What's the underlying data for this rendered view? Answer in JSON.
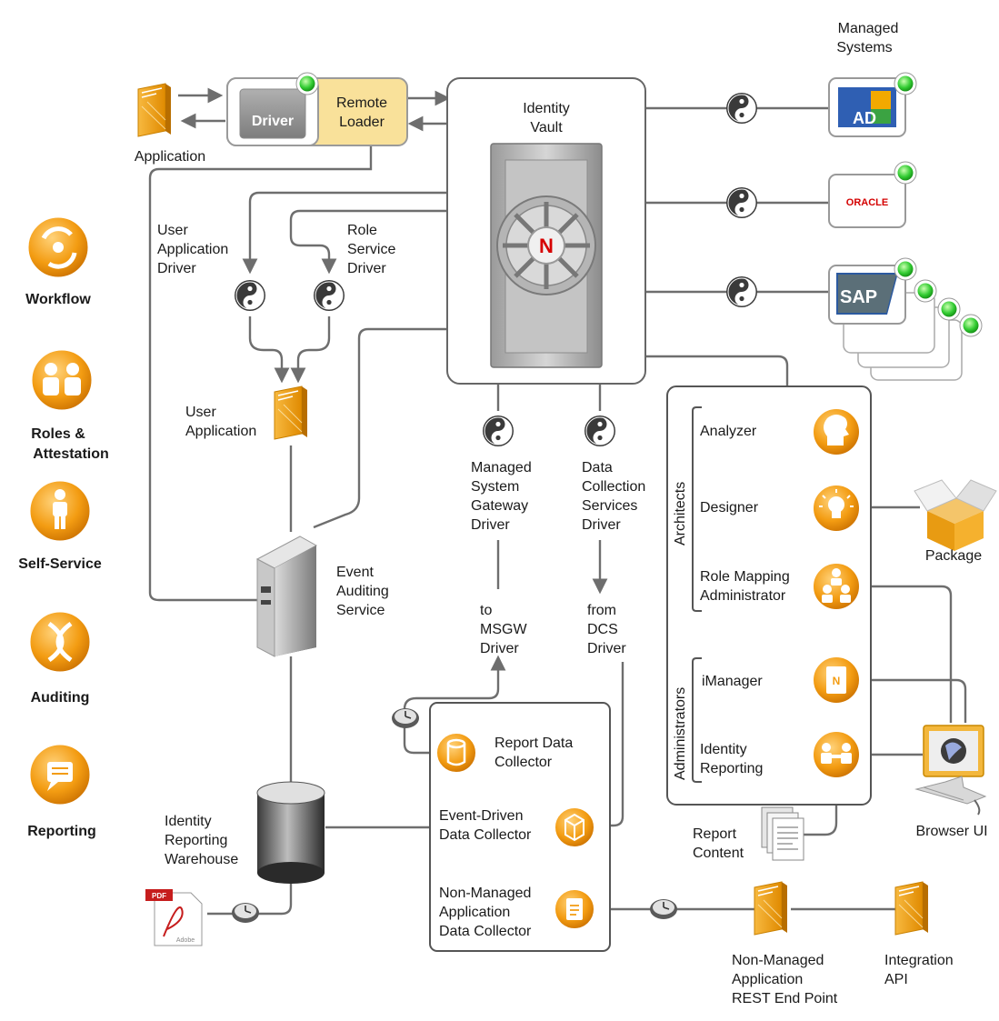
{
  "left_features": [
    {
      "label": "Workflow",
      "icon": "workflow-icon"
    },
    {
      "label": "Roles &",
      "label2": "Attestation",
      "icon": "roles-icon"
    },
    {
      "label": "Self-Service",
      "icon": "self-service-icon"
    },
    {
      "label": "Auditing",
      "icon": "auditing-icon"
    },
    {
      "label": "Reporting",
      "icon": "reporting-icon"
    }
  ],
  "application": {
    "label": "Application"
  },
  "driver": {
    "label": "Driver"
  },
  "remote_loader": {
    "line1": "Remote",
    "line2": "Loader"
  },
  "identity_vault": {
    "line1": "Identity",
    "line2": "Vault",
    "logo": "N"
  },
  "user_app_driver": {
    "line1": "User",
    "line2": "Application",
    "line3": "Driver"
  },
  "role_service_driver": {
    "line1": "Role",
    "line2": "Service",
    "line3": "Driver"
  },
  "user_application": {
    "line1": "User",
    "line2": "Application"
  },
  "msg_driver": {
    "line1": "Managed",
    "line2": "System",
    "line3": "Gateway",
    "line4": "Driver"
  },
  "dcs_driver": {
    "line1": "Data",
    "line2": "Collection",
    "line3": "Services",
    "line4": "Driver"
  },
  "to_msgw": {
    "line1": "to",
    "line2": "MSGW",
    "line3": "Driver"
  },
  "from_dcs": {
    "line1": "from",
    "line2": "DCS",
    "line3": "Driver"
  },
  "event_auditing": {
    "line1": "Event",
    "line2": "Auditing",
    "line3": "Service"
  },
  "warehouse": {
    "line1": "Identity",
    "line2": "Reporting",
    "line3": "Warehouse"
  },
  "pdf_icon": {
    "tag": "PDF",
    "text": "Adobe"
  },
  "managed_systems": {
    "line1": "Managed",
    "line2": "Systems",
    "ad": "AD",
    "oracle": "ORACLE",
    "sap": "SAP"
  },
  "tools": {
    "architects": "Architects",
    "administrators": "Administrators",
    "analyzer": "Analyzer",
    "designer": "Designer",
    "role_mapping": {
      "line1": "Role Mapping",
      "line2": "Administrator"
    },
    "imanager": "iManager",
    "identity_reporting": {
      "line1": "Identity",
      "line2": "Reporting"
    }
  },
  "package": {
    "label": "Package"
  },
  "browser_ui": {
    "label": "Browser UI"
  },
  "report_content": {
    "line1": "Report",
    "line2": "Content"
  },
  "collectors": {
    "report_data": {
      "line1": "Report Data",
      "line2": "Collector"
    },
    "event_driven": {
      "line1": "Event-Driven",
      "line2": "Data Collector"
    },
    "non_managed": {
      "line1": "Non-Managed",
      "line2": "Application",
      "line3": "Data Collector"
    }
  },
  "rest_endpoint": {
    "line1": "Non-Managed",
    "line2": "Application",
    "line3": "REST End Point"
  },
  "integration_api": {
    "line1": "Integration",
    "line2": "API"
  },
  "colors": {
    "orange": "#f39c12",
    "orange_dark": "#d47b00",
    "connector": "#6e6e6e",
    "remote_loader_fill": "#f9e19a",
    "status_green": "#33cc33"
  }
}
